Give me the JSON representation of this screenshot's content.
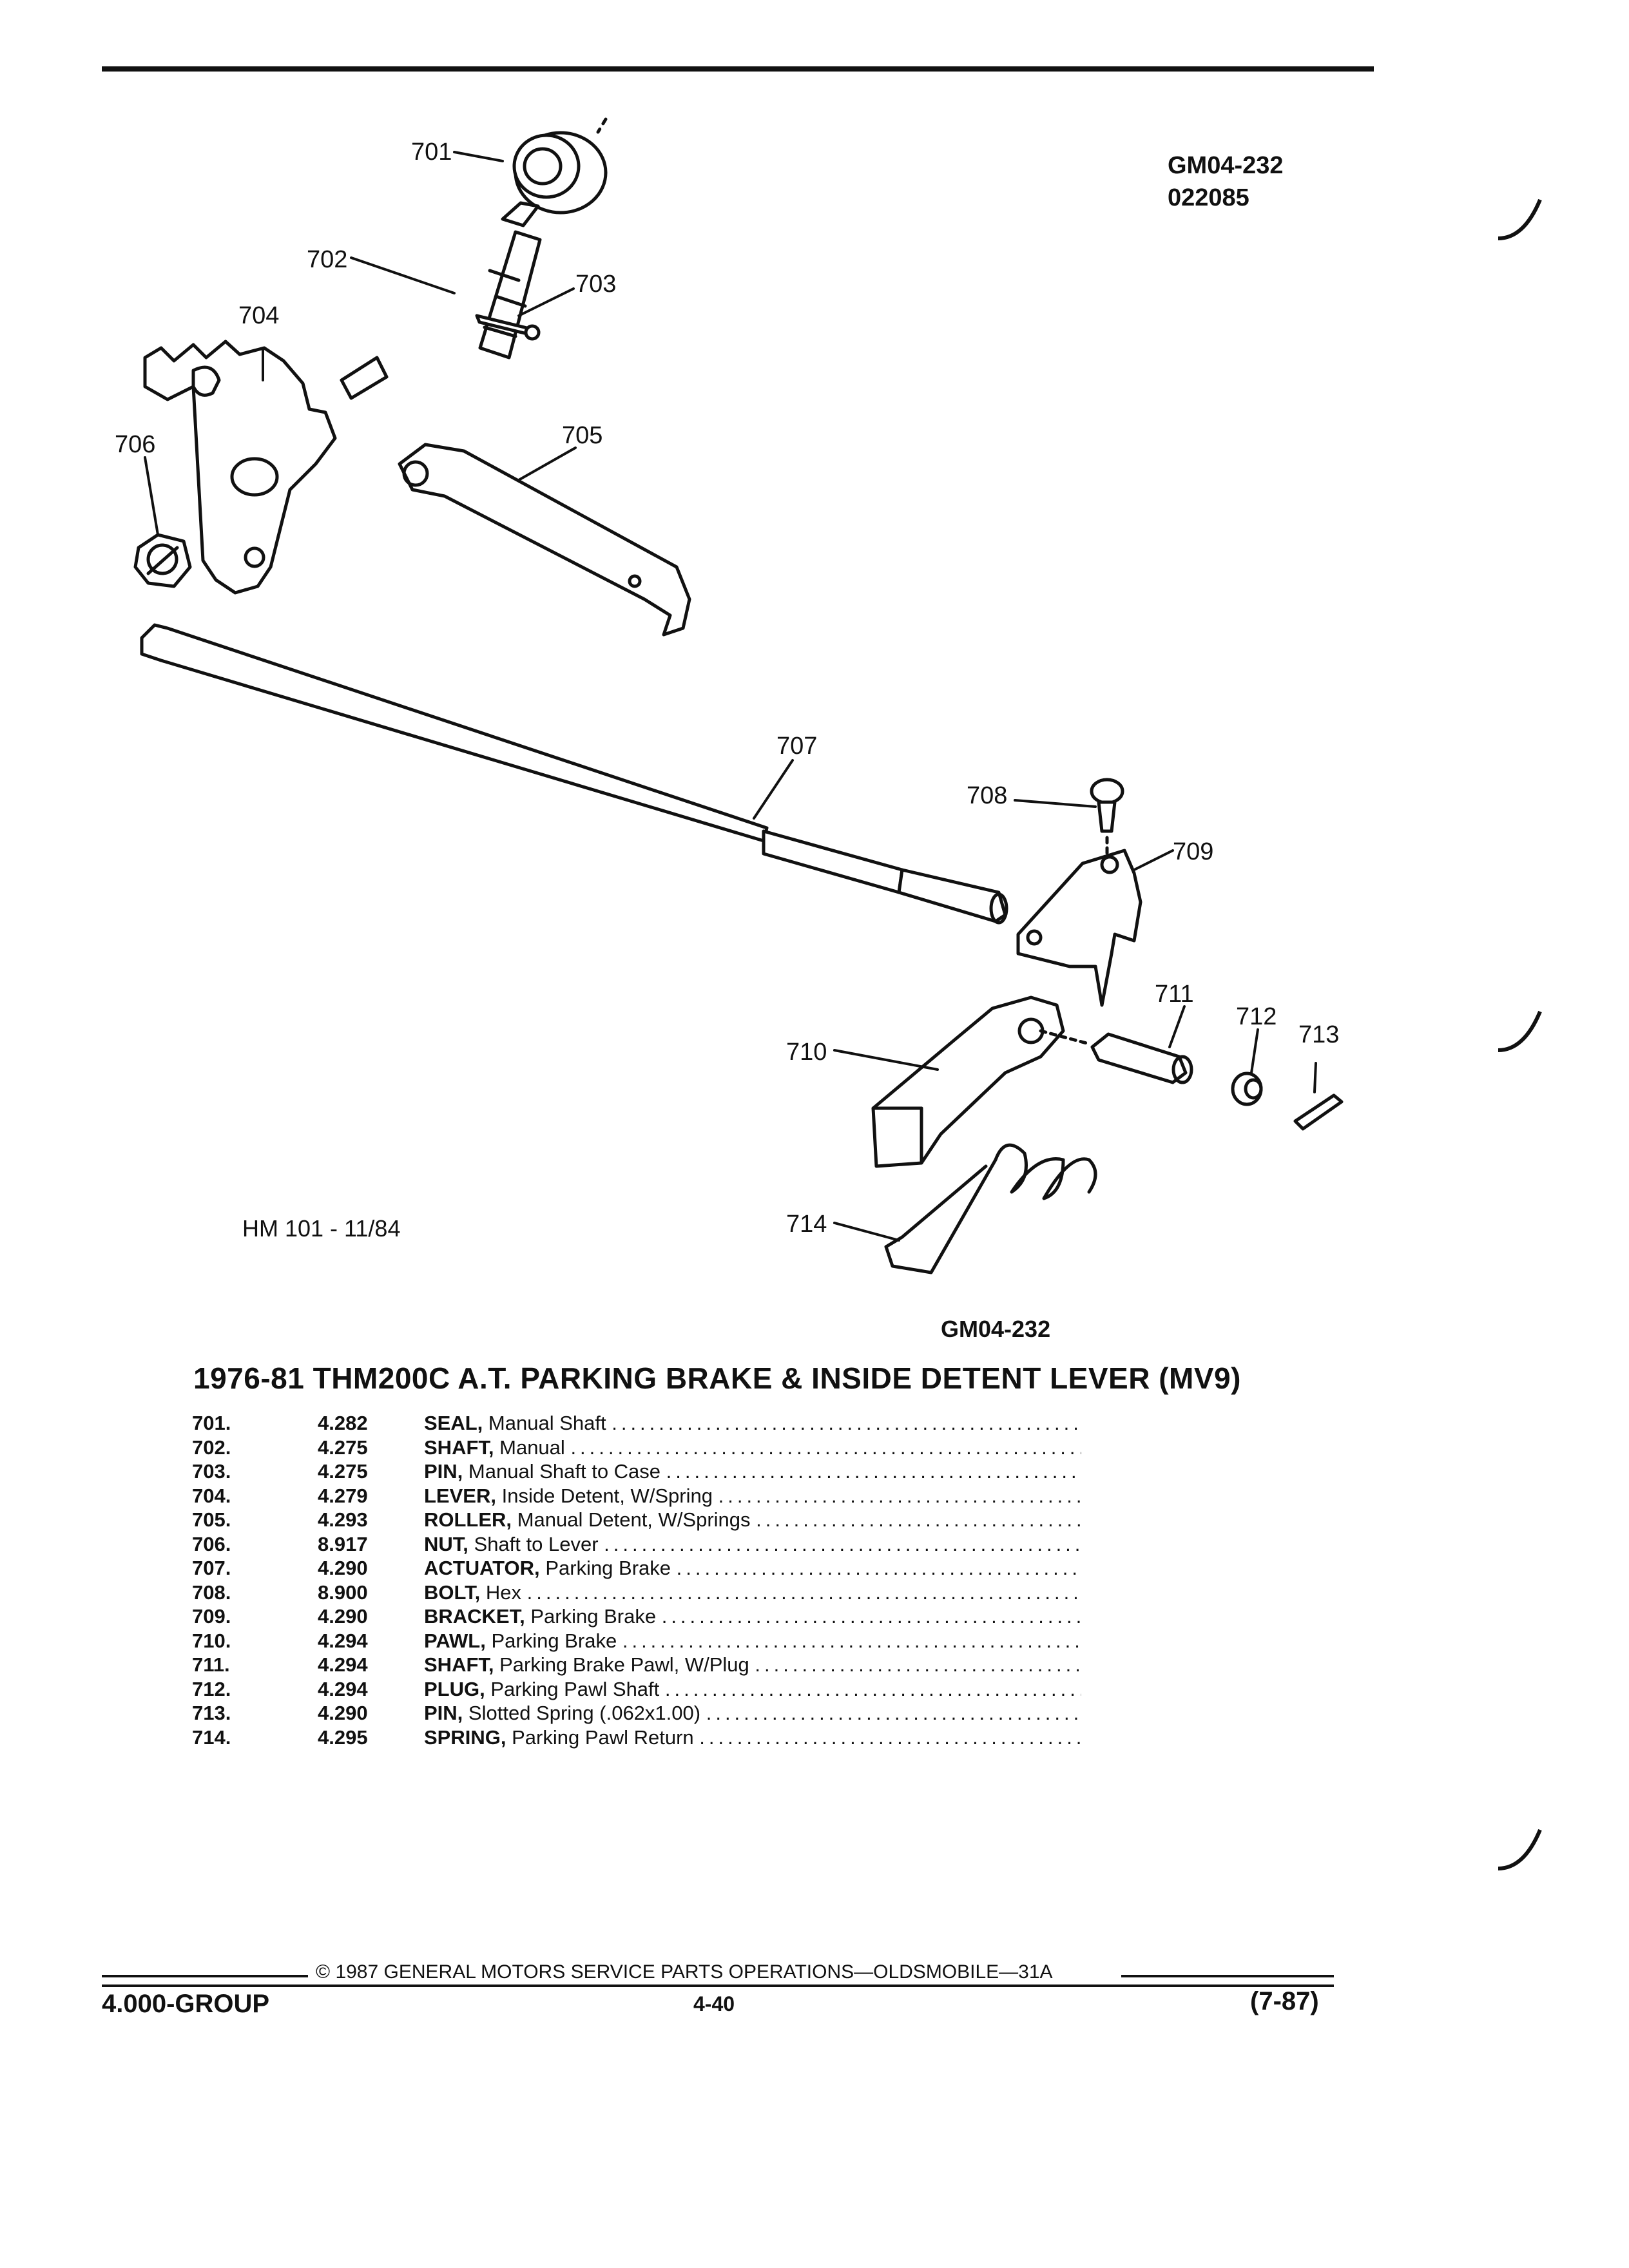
{
  "header": {
    "ref_line1": "GM04-232",
    "ref_line2": "022085"
  },
  "diagram": {
    "callouts": [
      "701",
      "702",
      "703",
      "704",
      "705",
      "706",
      "707",
      "708",
      "709",
      "710",
      "711",
      "712",
      "713",
      "714"
    ],
    "hm_note": "HM 101 - 11/84",
    "caption": "GM04-232"
  },
  "title": "1976-81 THM200C A.T. PARKING BRAKE & INSIDE DETENT LEVER (MV9)",
  "parts": [
    {
      "num": "701.",
      "code": "4.282",
      "name": "SEAL,",
      "desc": "Manual Shaft"
    },
    {
      "num": "702.",
      "code": "4.275",
      "name": "SHAFT,",
      "desc": "Manual"
    },
    {
      "num": "703.",
      "code": "4.275",
      "name": "PIN,",
      "desc": "Manual Shaft to Case"
    },
    {
      "num": "704.",
      "code": "4.279",
      "name": "LEVER,",
      "desc": "Inside Detent, W/Spring"
    },
    {
      "num": "705.",
      "code": "4.293",
      "name": "ROLLER,",
      "desc": "Manual Detent, W/Springs"
    },
    {
      "num": "706.",
      "code": "8.917",
      "name": "NUT,",
      "desc": "Shaft to Lever"
    },
    {
      "num": "707.",
      "code": "4.290",
      "name": "ACTUATOR,",
      "desc": "Parking Brake"
    },
    {
      "num": "708.",
      "code": "8.900",
      "name": "BOLT,",
      "desc": "Hex"
    },
    {
      "num": "709.",
      "code": "4.290",
      "name": "BRACKET,",
      "desc": "Parking Brake"
    },
    {
      "num": "710.",
      "code": "4.294",
      "name": "PAWL,",
      "desc": "Parking Brake"
    },
    {
      "num": "711.",
      "code": "4.294",
      "name": "SHAFT,",
      "desc": "Parking Brake Pawl, W/Plug"
    },
    {
      "num": "712.",
      "code": "4.294",
      "name": "PLUG,",
      "desc": "Parking Pawl Shaft"
    },
    {
      "num": "713.",
      "code": "4.290",
      "name": "PIN,",
      "desc": "Slotted Spring (.062x1.00)"
    },
    {
      "num": "714.",
      "code": "4.295",
      "name": "SPRING,",
      "desc": "Parking Pawl Return"
    }
  ],
  "footer": {
    "copyright": "© 1987 GENERAL MOTORS SERVICE PARTS OPERATIONS—OLDSMOBILE—31A",
    "group": "4.000-GROUP",
    "page": "4-40",
    "date": "(7-87)"
  }
}
